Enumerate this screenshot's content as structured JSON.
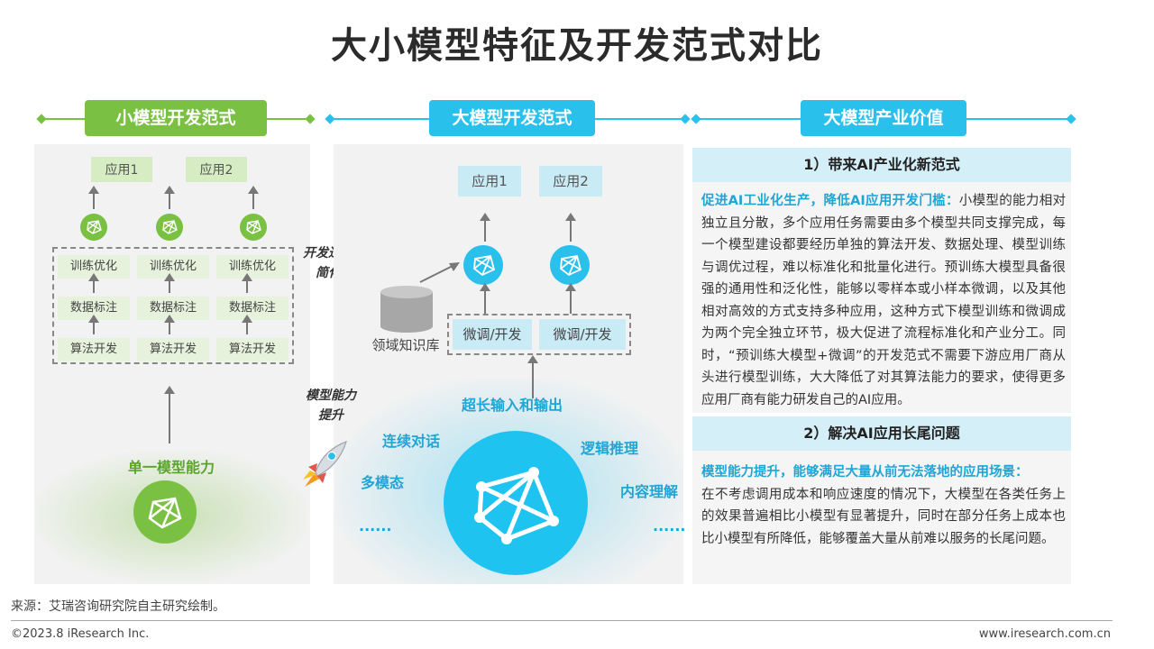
{
  "title": "大小模型特征及开发范式对比",
  "headers": {
    "small": "小模型开发范式",
    "large": "大模型开发范式",
    "value": "大模型产业价值"
  },
  "small_model": {
    "apps": [
      "应用1",
      "应用2"
    ],
    "rows": {
      "train": "训练优化",
      "label": "数据标注",
      "algo": "算法开发"
    },
    "simplify_label": [
      "开发过程",
      "简化"
    ],
    "base": "单一模型能力"
  },
  "large_model": {
    "apps": [
      "应用1",
      "应用2"
    ],
    "finetune": [
      "微调/开发",
      "微调/开发"
    ],
    "knowledge_base": "领域知识库",
    "upgrade_label": [
      "模型能力",
      "提升"
    ],
    "features": {
      "top": "超长输入和输出",
      "left1": "连续对话",
      "left2": "多模态",
      "right1": "逻辑推理",
      "right2": "内容理解",
      "dots": "......"
    }
  },
  "value": {
    "s1_title": "1）带来AI产业化新范式",
    "s1_highlight": "促进AI工业化生产，降低AI应用开发门槛：",
    "s1_text": "小模型的能力相对独立且分散，多个应用任务需要由多个模型共同支撑完成，每一个模型建设都要经历单独的算法开发、数据处理、模型训练与调优过程，难以标准化和批量化进行。预训练大模型具备很强的通用性和泛化性，能够以零样本或小样本微调，以及其他相对高效的方式支持多种应用，这种方式下模型训练和微调成为两个完全独立环节，极大促进了流程标准化和产业分工。同时，“预训练大模型+微调”的开发范式不需要下游应用厂商从头进行模型训练，大大降低了对其算法能力的要求，使得更多应用厂商有能力研发自己的AI应用。",
    "s2_title": "2）解决AI应用长尾问题",
    "s2_highlight": "模型能力提升，能够满足大量从前无法落地的应用场景：",
    "s2_text": "在不考虑调用成本和响应速度的情况下，大模型在各类任务上的效果普遍相比小模型有显著提升，同时在部分任务上成本也比小模型有所降低，能够覆盖大量从前难以服务的长尾问题。"
  },
  "footer": {
    "source": "来源：艾瑞咨询研究院自主研究绘制。",
    "copyright": "©2023.8 iResearch Inc.",
    "url": "www.iresearch.com.cn"
  },
  "colors": {
    "green": "#7ac143",
    "blue": "#29c0ec",
    "highlight": "#1fa5d6"
  }
}
